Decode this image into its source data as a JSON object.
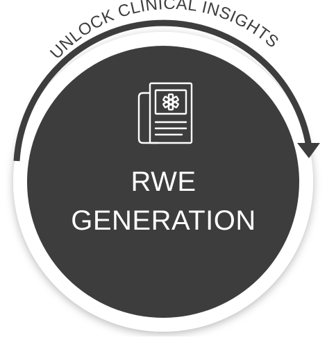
{
  "arc_text": "UNLOCK CLINICAL INSIGHTS",
  "title_line1": "RWE",
  "title_line2": "GENERATION",
  "icon": "medical-document-icon",
  "colors": {
    "circle_fill": "#3d3d3d",
    "ring_fill": "#ffffff",
    "arrow": "#3d3d3d",
    "text": "#ffffff",
    "arc_text": "#3d3d3d"
  }
}
